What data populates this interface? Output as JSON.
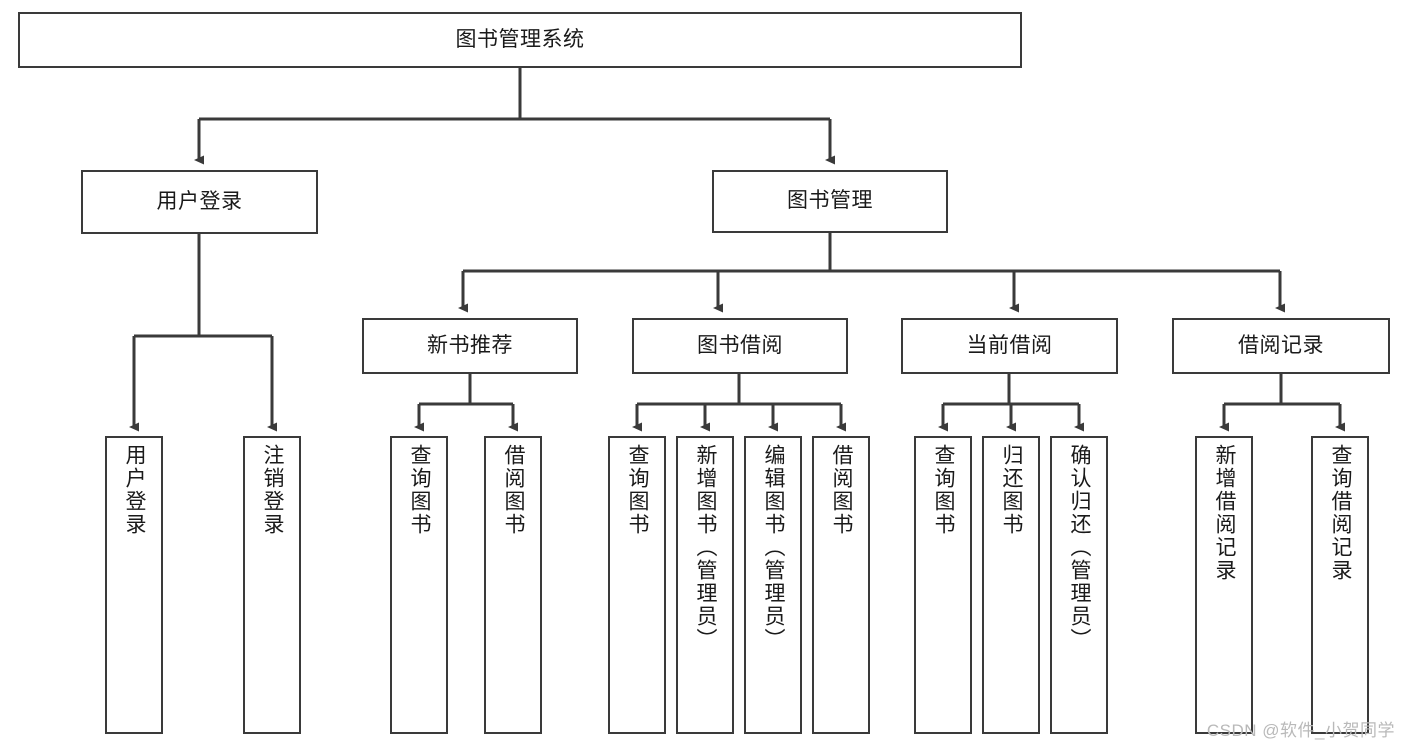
{
  "diagram": {
    "title": "图书管理系统",
    "type": "tree-hierarchy-diagram",
    "watermark": "CSDN @软件_小贺同学",
    "colors": {
      "stroke": "#3a3a3a",
      "background": "#ffffff",
      "text": "#1a1a1a",
      "watermark": "#b9b9b9"
    },
    "levels": {
      "root": {
        "label": "图书管理系统"
      },
      "level1": [
        {
          "label": "用户登录"
        },
        {
          "label": "图书管理"
        }
      ],
      "level2": [
        {
          "label": "新书推荐"
        },
        {
          "label": "图书借阅"
        },
        {
          "label": "当前借阅"
        },
        {
          "label": "借阅记录"
        }
      ],
      "leaves": {
        "user_login": [
          {
            "label": "用户登录"
          },
          {
            "label": "注销登录"
          }
        ],
        "new_book_recommend": [
          {
            "label": "查询图书"
          },
          {
            "label": "借阅图书"
          }
        ],
        "book_borrow": [
          {
            "label": "查询图书"
          },
          {
            "label": "新增图书（管理员）"
          },
          {
            "label": "编辑图书（管理员）"
          },
          {
            "label": "借阅图书"
          }
        ],
        "current_borrow": [
          {
            "label": "查询图书"
          },
          {
            "label": "归还图书"
          },
          {
            "label": "确认归还（管理员）"
          }
        ],
        "borrow_record": [
          {
            "label": "新增借阅记录"
          },
          {
            "label": "查询借阅记录"
          }
        ]
      }
    }
  }
}
